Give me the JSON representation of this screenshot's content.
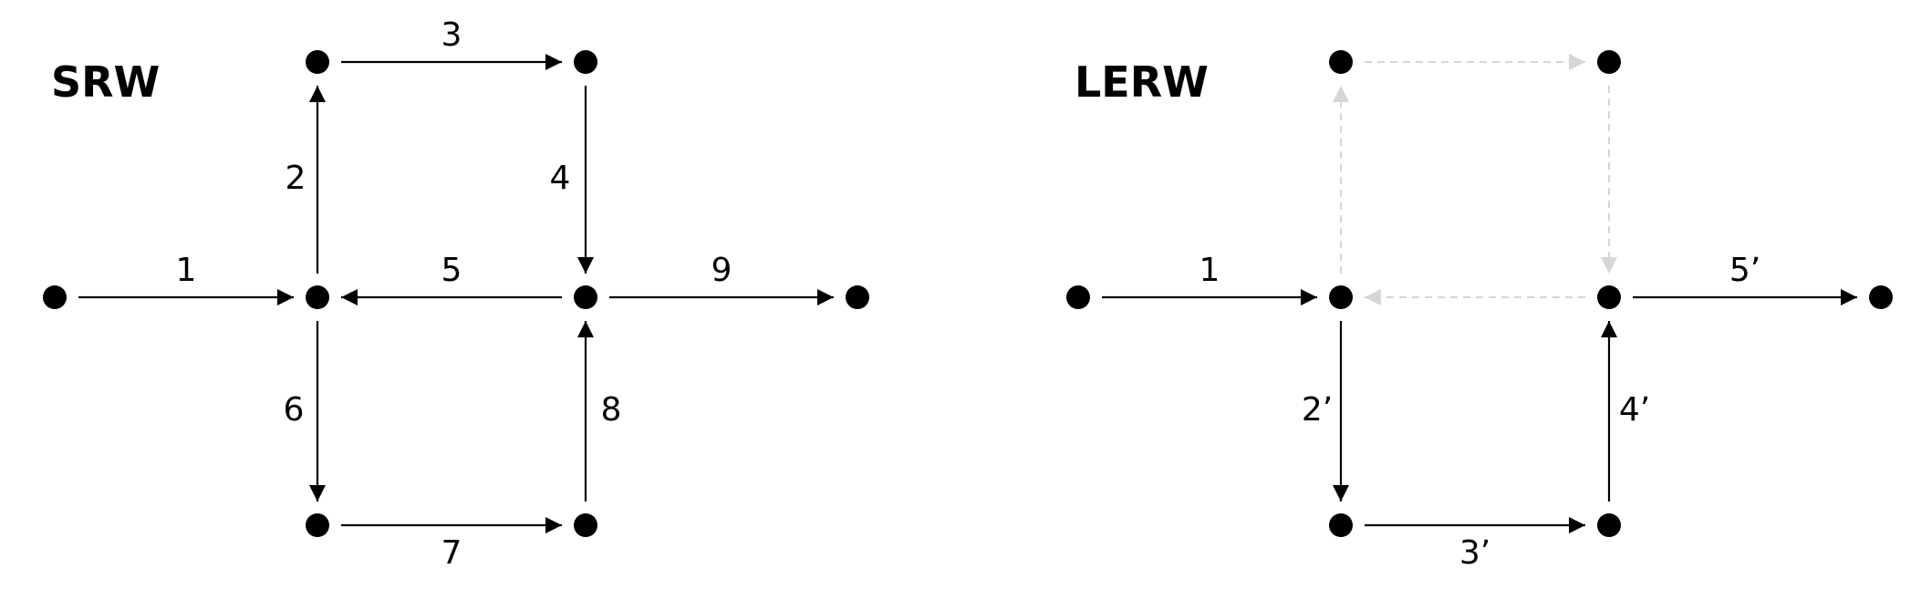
{
  "panels": [
    {
      "title": "SRW",
      "nodes": [
        "a",
        "b",
        "c",
        "d",
        "e",
        "f",
        "g",
        "h"
      ],
      "edges": [
        {
          "from": "a",
          "to": "b",
          "label": "1",
          "style": "solid"
        },
        {
          "from": "b",
          "to": "c",
          "label": "2",
          "style": "solid"
        },
        {
          "from": "c",
          "to": "d",
          "label": "3",
          "style": "solid"
        },
        {
          "from": "d",
          "to": "e",
          "label": "4",
          "style": "solid"
        },
        {
          "from": "e",
          "to": "b",
          "label": "5",
          "style": "solid"
        },
        {
          "from": "b",
          "to": "f",
          "label": "6",
          "style": "solid"
        },
        {
          "from": "f",
          "to": "g",
          "label": "7",
          "style": "solid"
        },
        {
          "from": "g",
          "to": "e",
          "label": "8",
          "style": "solid"
        },
        {
          "from": "e",
          "to": "h",
          "label": "9",
          "style": "solid"
        }
      ]
    },
    {
      "title": "LERW",
      "nodes": [
        "a",
        "b",
        "c",
        "d",
        "e",
        "f",
        "g",
        "h"
      ],
      "edges": [
        {
          "from": "a",
          "to": "b",
          "label": "1",
          "style": "solid"
        },
        {
          "from": "b",
          "to": "c",
          "label": "",
          "style": "dashed"
        },
        {
          "from": "c",
          "to": "d",
          "label": "",
          "style": "dashed"
        },
        {
          "from": "d",
          "to": "e",
          "label": "",
          "style": "dashed"
        },
        {
          "from": "e",
          "to": "b",
          "label": "",
          "style": "dashed"
        },
        {
          "from": "b",
          "to": "f",
          "label": "2’",
          "style": "solid"
        },
        {
          "from": "f",
          "to": "g",
          "label": "3’",
          "style": "solid"
        },
        {
          "from": "g",
          "to": "e",
          "label": "4’",
          "style": "solid"
        },
        {
          "from": "e",
          "to": "h",
          "label": "5’",
          "style": "solid"
        }
      ]
    }
  ],
  "colors": {
    "solid": "#000000",
    "dashed": "#d6d6d6",
    "node": "#000000"
  }
}
